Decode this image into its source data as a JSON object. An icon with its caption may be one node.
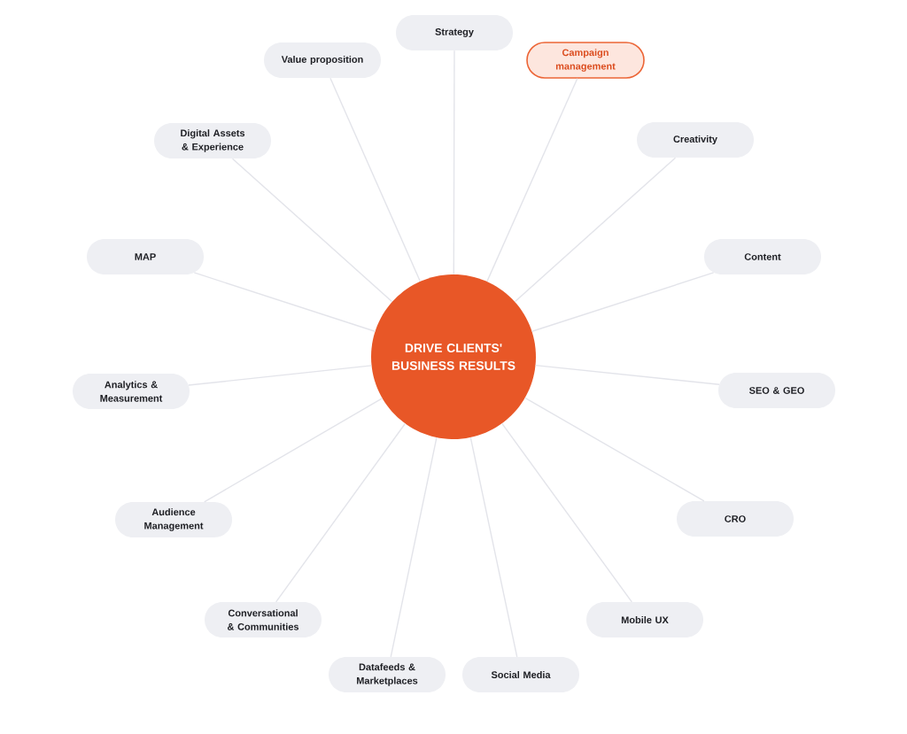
{
  "diagram": {
    "nodes": [
      {
        "text": [
          "DRIVE CLIENTS' BUSINESS RESULTS"
        ]
      },
      {
        "text": [
          "Strategy"
        ]
      },
      {
        "text": [
          "Campaign management"
        ]
      },
      {
        "text": [
          "Creativity"
        ]
      },
      {
        "text": [
          "Content"
        ]
      },
      {
        "text": [
          "SEO & GEO"
        ]
      },
      {
        "text": [
          "CRO"
        ]
      },
      {
        "text": [
          "Mobile UX"
        ]
      },
      {
        "text": [
          "Social Media"
        ]
      },
      {
        "text": [
          "Datafeeds & Marketplaces"
        ]
      },
      {
        "text": [
          "Conversational & Communities"
        ]
      },
      {
        "text": [
          "Audience Management"
        ]
      },
      {
        "text": [
          "Analytics & Measurement"
        ]
      },
      {
        "text": [
          "MAP"
        ]
      },
      {
        "text": [
          "Digital Assets & Experience"
        ]
      },
      {
        "text": [
          "Value proposition"
        ]
      }
    ],
    "edges": [
      {
        "from": 0,
        "to": 1,
        "arrow": "none"
      },
      {
        "from": 0,
        "to": 2,
        "arrow": "none"
      },
      {
        "from": 0,
        "to": 3,
        "arrow": "none"
      },
      {
        "from": 0,
        "to": 4,
        "arrow": "none"
      },
      {
        "from": 0,
        "to": 5,
        "arrow": "none"
      },
      {
        "from": 0,
        "to": 6,
        "arrow": "none"
      },
      {
        "from": 0,
        "to": 7,
        "arrow": "none"
      },
      {
        "from": 0,
        "to": 8,
        "arrow": "none"
      },
      {
        "from": 0,
        "to": 9,
        "arrow": "none"
      },
      {
        "from": 0,
        "to": 10,
        "arrow": "none"
      },
      {
        "from": 0,
        "to": 11,
        "arrow": "none"
      },
      {
        "from": 0,
        "to": 12,
        "arrow": "none"
      },
      {
        "from": 0,
        "to": 13,
        "arrow": "none"
      },
      {
        "from": 0,
        "to": 14,
        "arrow": "none"
      },
      {
        "from": 0,
        "to": 15,
        "arrow": "none"
      }
    ]
  }
}
